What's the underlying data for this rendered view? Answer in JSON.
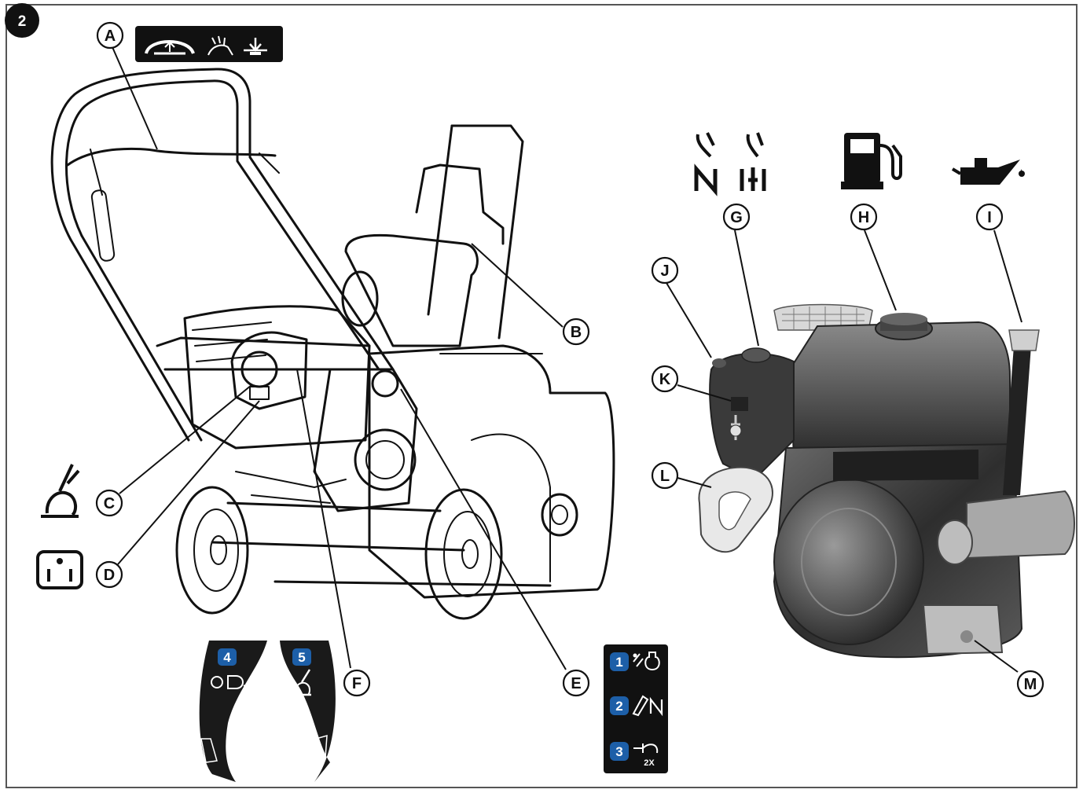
{
  "figure": {
    "number": "2"
  },
  "callouts": {
    "A": "A",
    "B": "B",
    "C": "C",
    "D": "D",
    "E": "E",
    "F": "F",
    "G": "G",
    "H": "H",
    "I": "I",
    "J": "J",
    "K": "K",
    "L": "L",
    "M": "M"
  },
  "control_decal": {
    "steps": [
      {
        "num": "1",
        "icon": "choke-primer-icon"
      },
      {
        "num": "2",
        "icon": "throttle-run-icon"
      },
      {
        "num": "3",
        "icon": "primer-press-icon",
        "sub": "2X"
      }
    ]
  },
  "side_decals": [
    {
      "num": "4",
      "icon": "electric-start-plug-icon"
    },
    {
      "num": "5",
      "icon": "recoil-pull-icon"
    }
  ],
  "icons": {
    "handle_decal": [
      "handle-bail-icon",
      "snow-throw-icon",
      "chute-deflector-icon"
    ],
    "symbol_c": "recoil-pull-icon",
    "symbol_d": "electric-outlet-icon",
    "symbol_g": "choke-throttle-icon",
    "symbol_h": "fuel-pump-icon",
    "symbol_i": "oil-can-icon"
  },
  "colors": {
    "badge_blue": "#1d5fa8",
    "decal_black": "#111111",
    "engine_dark": "#3a3a3a",
    "engine_light": "#c8c8c8"
  }
}
